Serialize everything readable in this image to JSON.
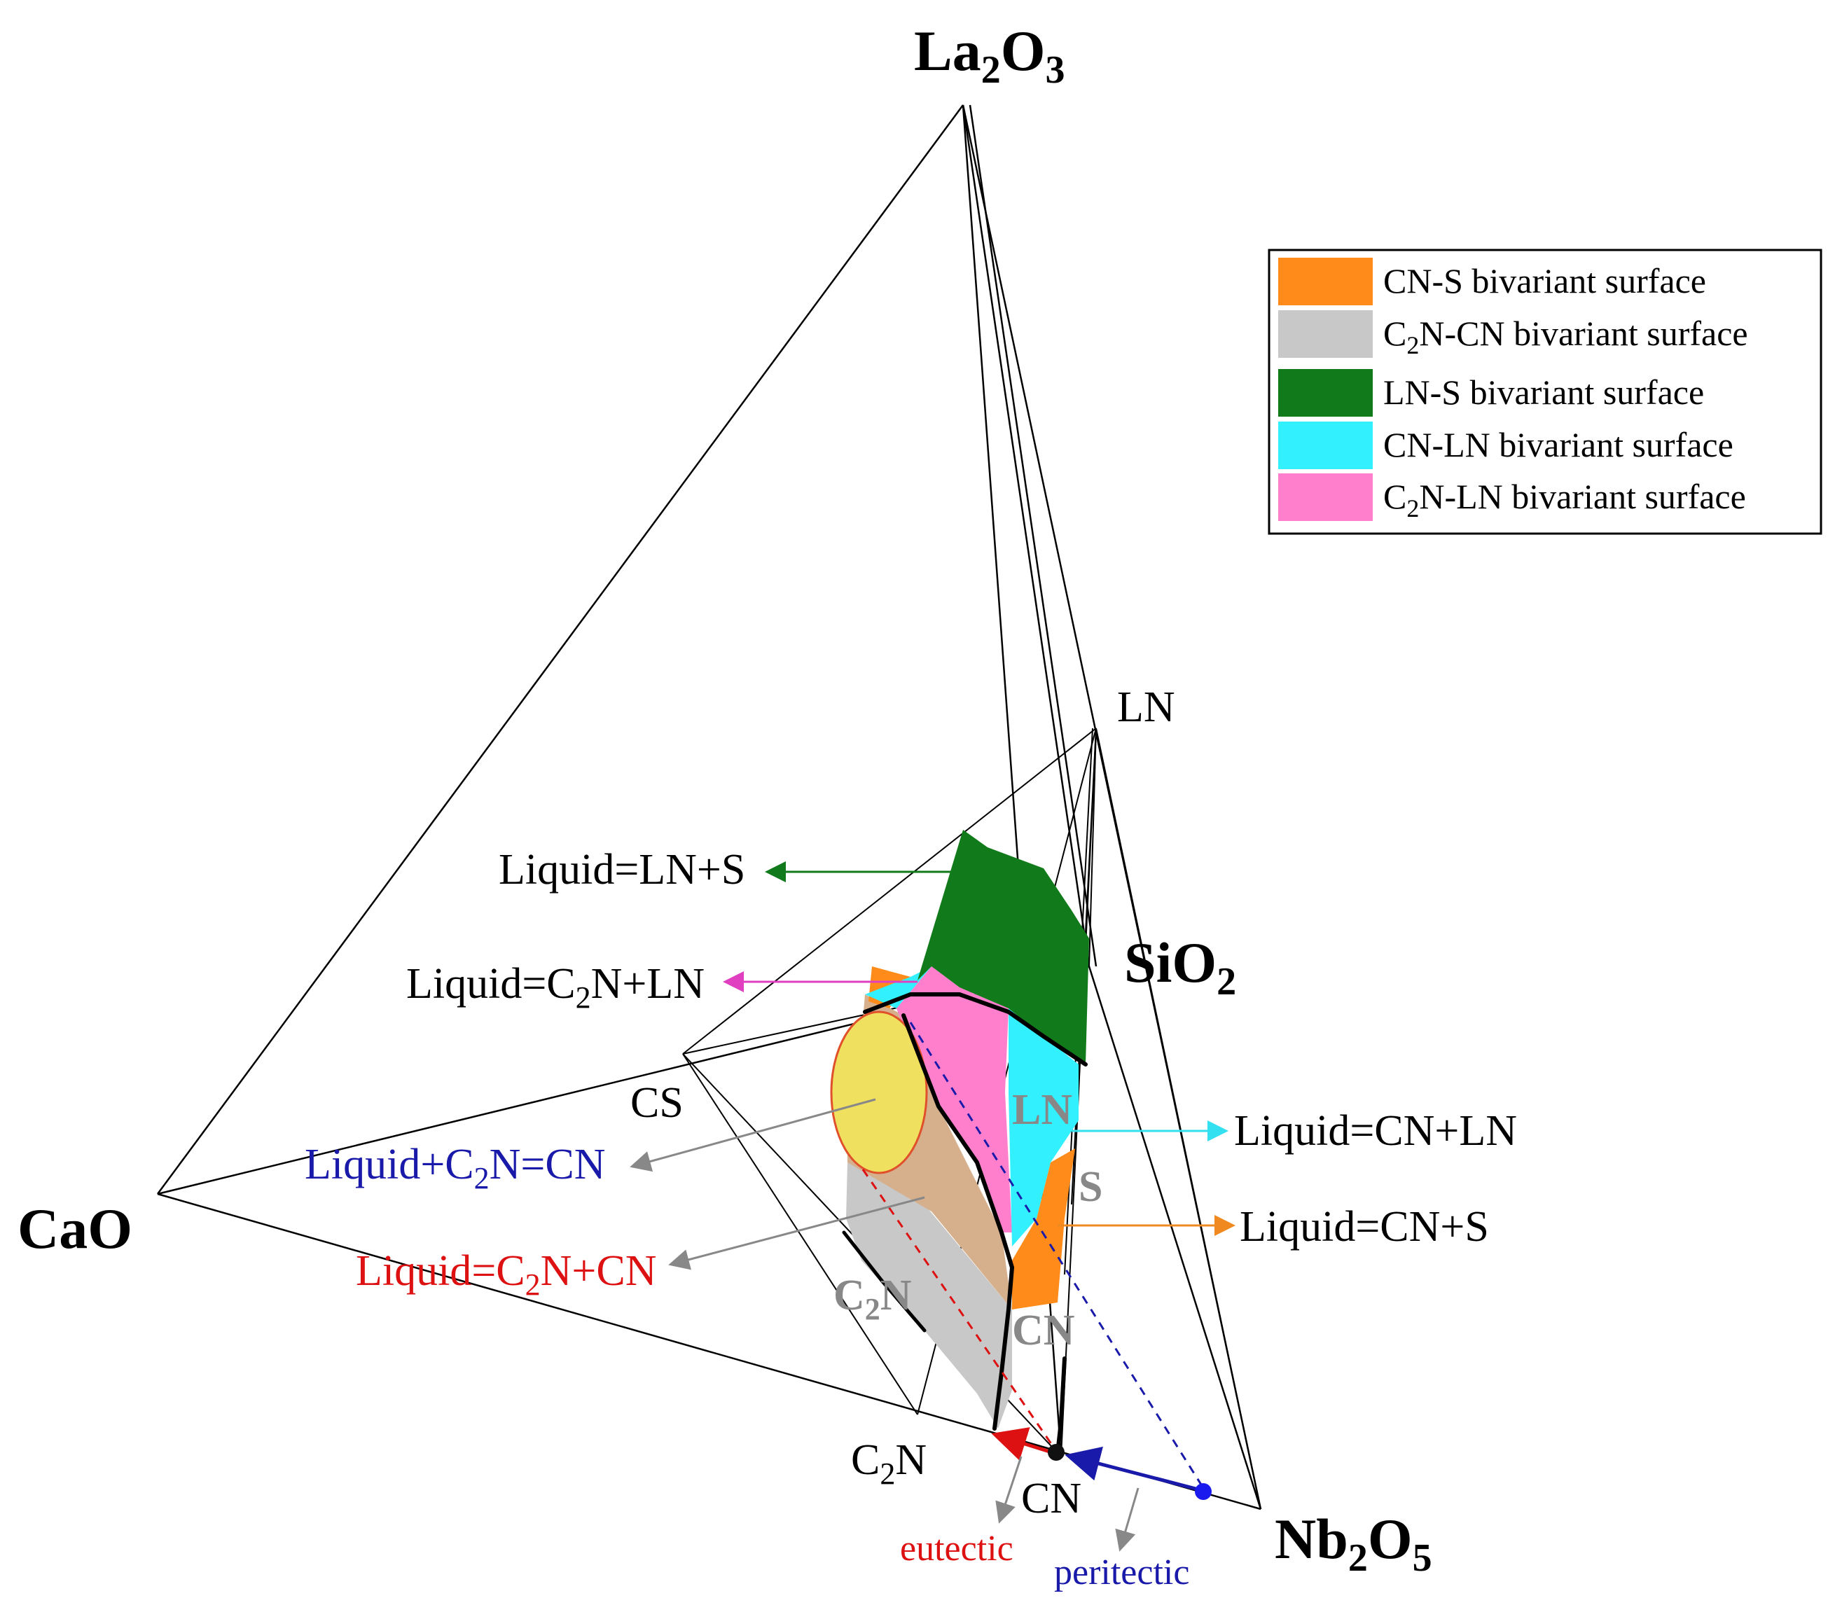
{
  "vertices": {
    "la2o3": "La2O3",
    "cao": "CaO",
    "sio2": "SiO2",
    "nb2o5": "Nb2O5"
  },
  "compounds": {
    "ln": "LN",
    "cs": "CS",
    "c2n": "C2N",
    "cn": "CN",
    "ln_inner": "LN",
    "s_inner": "S",
    "c2n_inner": "C2N",
    "cn_inner": "CN"
  },
  "reactions": {
    "liquid_ln_s": "Liquid=LN+S",
    "liquid_c2n_ln": "Liquid=C2N+LN",
    "liquid_c2n_cn_peritectic": "Liquid+C2N=CN",
    "liquid_c2n_cn": "Liquid=C2N+CN",
    "liquid_cn_ln": "Liquid=CN+LN",
    "liquid_cn_s": "Liquid=CN+S"
  },
  "points": {
    "eutectic": "eutectic",
    "peritectic": "peritectic"
  },
  "legend": [
    {
      "label": "CN-S bivariant surface",
      "color": "#ff8c1a"
    },
    {
      "label": "C2N-CN bivariant surface",
      "color": "#c8c8c8"
    },
    {
      "label": "LN-S bivariant surface",
      "color": "#117a1a"
    },
    {
      "label": "CN-LN bivariant surface",
      "color": "#33f0ff"
    },
    {
      "label": "C2N-LN bivariant surface",
      "color": "#ff7fcc"
    }
  ],
  "colors": {
    "ln_s": "#117a1a",
    "c2n_ln": "#e040c0",
    "peritectic_blue": "#1a1aaa",
    "eutectic_red": "#dd1111",
    "cn_ln": "#33e0f0",
    "cn_s": "#f08a20",
    "grey": "#888888",
    "yellow": "#f0e060",
    "tan": "#d6b08c"
  }
}
